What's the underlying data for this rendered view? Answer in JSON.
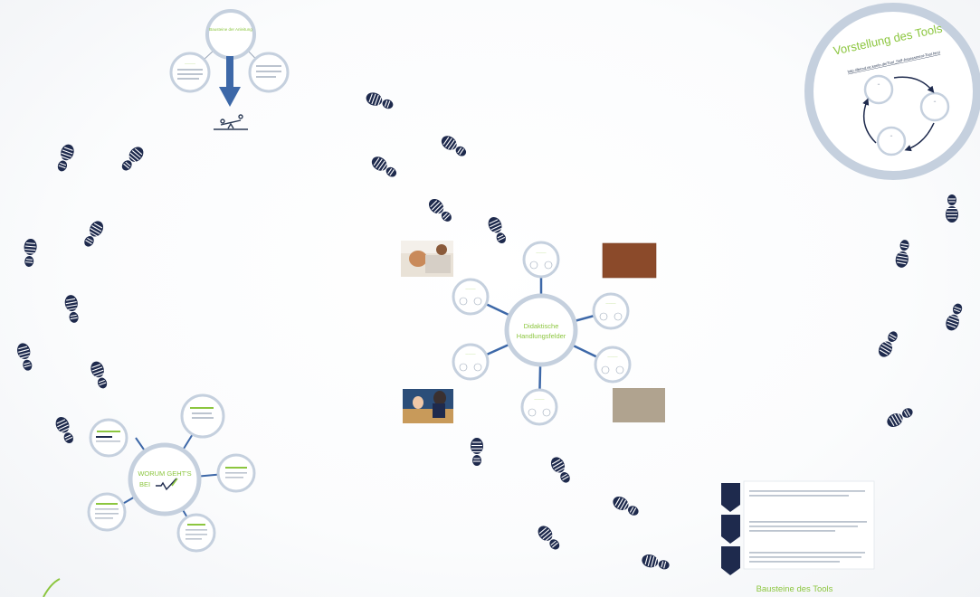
{
  "center_hub": {
    "title_line1": "Didaktische",
    "title_line2": "Handlungsfelder"
  },
  "left_hub": {
    "title_line1": "WORUM GEHT'S",
    "title_line2": "BEI"
  },
  "top_left": {
    "title": "Bausteine der Anleitung"
  },
  "tool_panel": {
    "title": "Vorstellung des Tools",
    "link": "http://lbtmd.oe.koeln.de/Tool_Self-Assessment-Tool.html"
  },
  "building_blocks": {
    "caption": "Bausteine des Tools"
  },
  "colors": {
    "accent_green": "#8cc63f",
    "ring_grey": "#c5d0de",
    "connector_blue": "#3d68a8",
    "navy": "#1e2a4d",
    "footprint": "#1e2a4d"
  },
  "icons": [
    "footprint-icon",
    "arrow-down-icon",
    "seesaw-icon",
    "cycle-arrow-icon",
    "photo-thumbnail"
  ]
}
